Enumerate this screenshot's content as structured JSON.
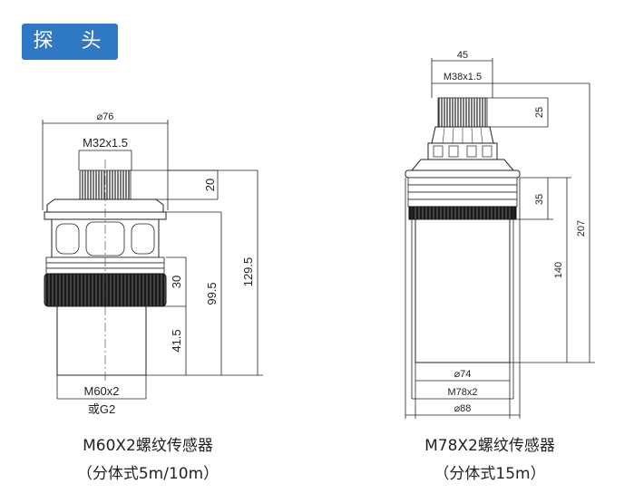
{
  "section_tag": "探 头",
  "left_sensor": {
    "dia_top": "⌀76",
    "thread_top": "M32x1.5",
    "dim_thread_height": "20",
    "dim_total_height": "129.5",
    "dim_body_height": "99.5",
    "dim_nut_height": "30",
    "dim_lower_height": "41.5",
    "thread_bottom": "M60x2",
    "thread_bottom_alt": "或G2",
    "caption_line1": "M60X2螺纹传感器",
    "caption_line2": "（分体式5m/10m）"
  },
  "right_sensor": {
    "dim_top_width": "45",
    "thread_top": "M38x1.5",
    "dim_thread_height": "25",
    "dim_total_height": "207",
    "dim_nut_height": "35",
    "dim_body_height": "140",
    "dia_inner": "⌀74",
    "thread_bottom": "M78x2",
    "dia_outer": "⌀88",
    "caption_line1": "M78X2螺纹传感器",
    "caption_line2": "（分体式15m）"
  }
}
